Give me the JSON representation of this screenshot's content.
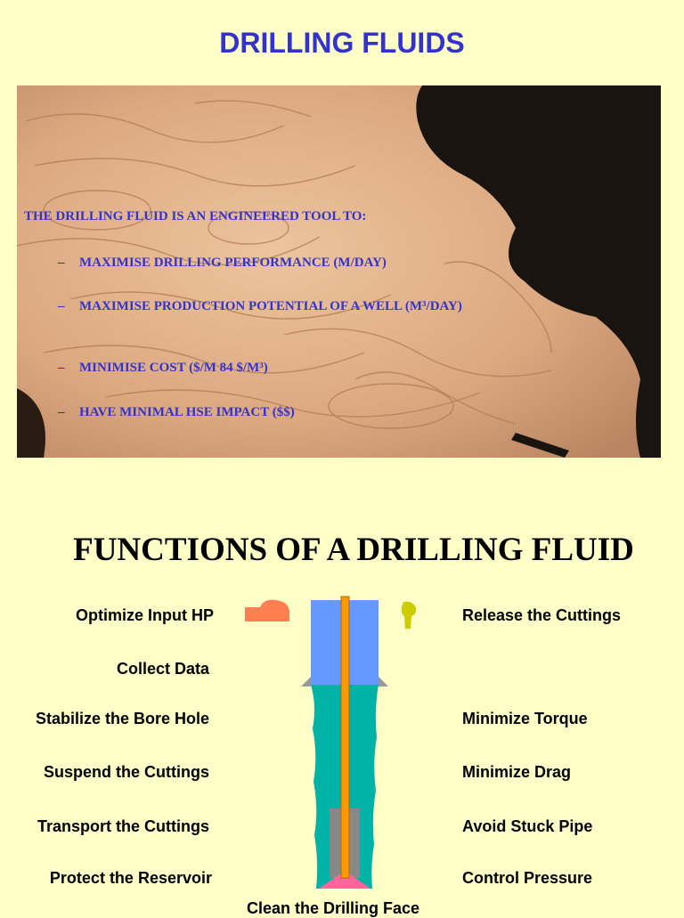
{
  "title": "DRILLING FLUIDS",
  "photo": {
    "intro": "THE DRILLING FLUID IS AN ENGINEERED TOOL TO:",
    "items": [
      {
        "dash": "–",
        "text": "MAXIMISE DRILLING PERFORMANCE (M/DAY)"
      },
      {
        "dash": "–",
        "text": "MAXIMISE PRODUCTION POTENTIAL OF A WELL (M³/DAY)"
      },
      {
        "dash": "–",
        "text": "MINIMISE COST  ($/M 84 $/M³)"
      },
      {
        "dash": "–",
        "text": "HAVE MINIMAL HSE IMPACT              ($$)"
      }
    ]
  },
  "functions_heading": "FUNCTIONS OF A DRILLING FLUID",
  "left_functions": [
    "Optimize Input HP",
    "Collect Data",
    "Stabilize the Bore Hole",
    "Suspend the Cuttings",
    "Transport the Cuttings",
    "Protect the Reservoir"
  ],
  "right_functions": [
    "Release the Cuttings",
    "Minimize Torque",
    "Minimize Drag",
    "Avoid Stuck Pipe",
    "Control Pressure"
  ],
  "bottom_function": "Clean the Drilling Face",
  "colors": {
    "background": "#ffffc8",
    "title": "#3333cc",
    "casing": "#6699ff",
    "annulus": "#00b3a6",
    "drillpipe": "#ff9900",
    "bit": "#ff6699",
    "hp_icon": "#ff7f50",
    "cuttings_icon": "#cccc00"
  }
}
